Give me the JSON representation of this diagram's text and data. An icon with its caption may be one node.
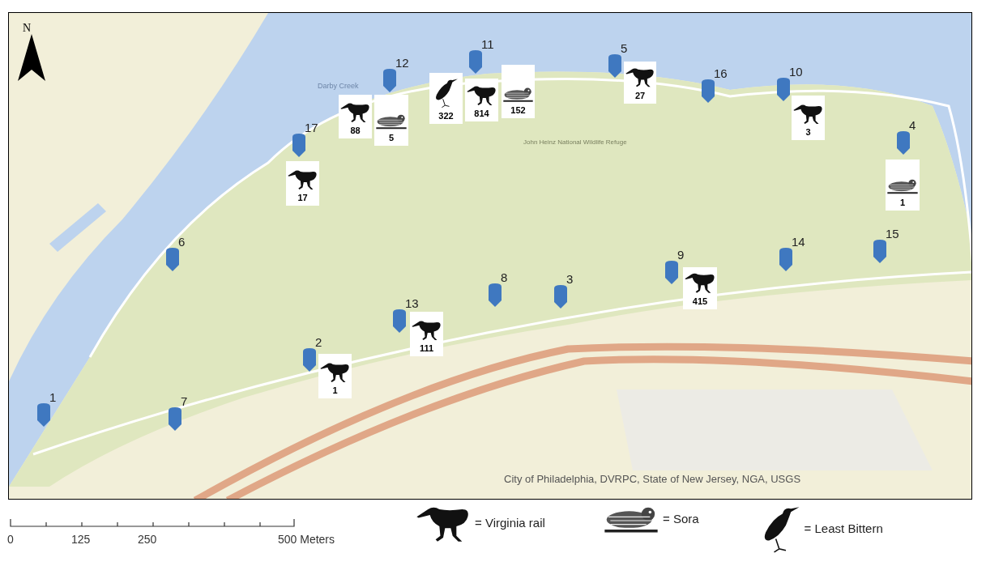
{
  "diagram": {
    "nodes": [
      {
        "text": [],
        "shape": "pin",
        "beside": [
          "1"
        ]
      },
      {
        "text": [],
        "shape": "pin",
        "beside": [
          "6"
        ]
      },
      {
        "text": [],
        "shape": "pin",
        "beside": [
          "7"
        ]
      },
      {
        "text": [],
        "shape": "pin",
        "beside": [
          "17"
        ]
      },
      {
        "text": [],
        "shape": "pin",
        "beside": [
          "2"
        ]
      },
      {
        "text": [],
        "shape": "pin",
        "beside": [
          "12"
        ]
      },
      {
        "text": [],
        "shape": "pin",
        "beside": [
          "13"
        ]
      },
      {
        "text": [],
        "shape": "pin",
        "beside": [
          "11"
        ]
      },
      {
        "text": [],
        "shape": "pin",
        "beside": [
          "8"
        ]
      },
      {
        "text": [],
        "shape": "pin",
        "beside": [
          "3"
        ]
      },
      {
        "text": [],
        "shape": "pin",
        "beside": [
          "5"
        ]
      },
      {
        "text": [],
        "shape": "pin",
        "beside": [
          "9"
        ]
      },
      {
        "text": [],
        "shape": "pin",
        "beside": [
          "16"
        ]
      },
      {
        "text": [],
        "shape": "pin",
        "beside": [
          "10"
        ]
      },
      {
        "text": [],
        "shape": "pin",
        "beside": [
          "14"
        ]
      },
      {
        "text": [],
        "shape": "pin",
        "beside": [
          "15"
        ]
      },
      {
        "text": [],
        "shape": "pin",
        "beside": [
          "4"
        ]
      },
      {
        "text": [
          "152"
        ]
      },
      {
        "text": [
          "27"
        ]
      },
      {
        "text": [
          "322"
        ]
      },
      {
        "text": [
          "814"
        ]
      },
      {
        "text": [
          "88"
        ]
      },
      {
        "text": [
          "5"
        ]
      },
      {
        "text": [
          "3"
        ]
      },
      {
        "text": [
          "1"
        ]
      },
      {
        "text": [
          "17"
        ]
      },
      {
        "text": [
          "415"
        ]
      },
      {
        "text": [
          "111"
        ]
      },
      {
        "text": [
          "1"
        ]
      }
    ],
    "labels": [
      "N",
      "Darby Creek",
      "John Heinz National Wildlife Refuge",
      "City of Philadelphia, DVRPC, State of New Jersey, NGA, USGS",
      "0",
      "125",
      "250",
      "500 Meters"
    ],
    "legend": [
      {
        "text": "= Virginia rail"
      },
      {
        "text": "= Sora"
      },
      {
        "text": "= Least Bittern"
      }
    ]
  }
}
